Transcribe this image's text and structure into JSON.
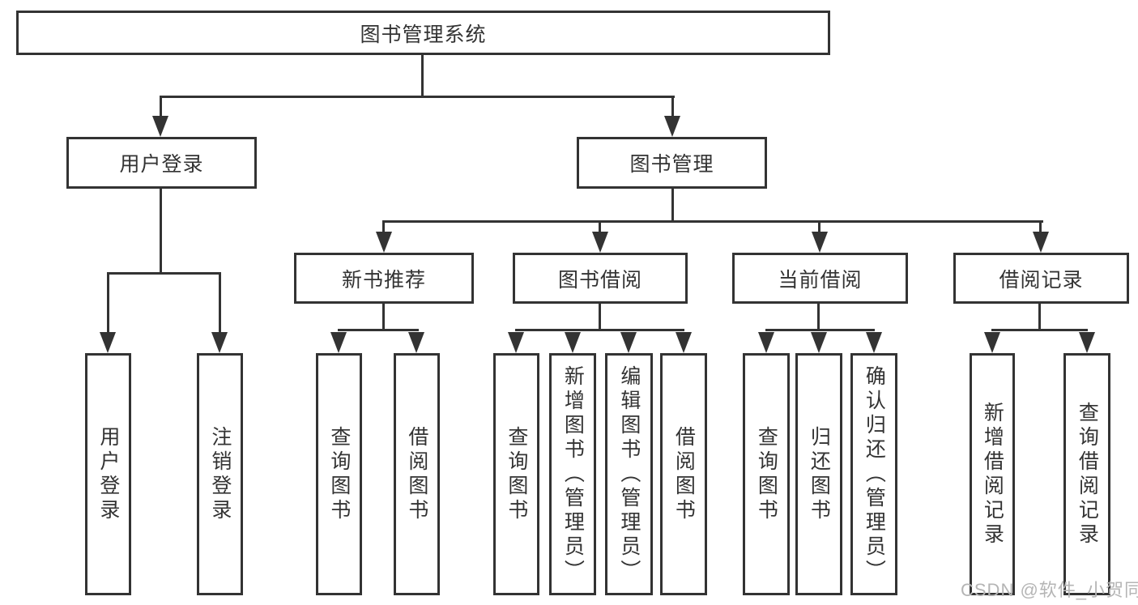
{
  "diagram_type": "tree",
  "tree": {
    "root": {
      "label": "图书管理系统",
      "children": [
        {
          "label": "用户登录",
          "children": [
            {
              "label": "用户登录"
            },
            {
              "label": "注销登录"
            }
          ]
        },
        {
          "label": "图书管理",
          "children": [
            {
              "label": "新书推荐",
              "children": [
                {
                  "label": "查询图书"
                },
                {
                  "label": "借阅图书"
                }
              ]
            },
            {
              "label": "图书借阅",
              "children": [
                {
                  "label": "查询图书"
                },
                {
                  "label": "新增图书（管理员）"
                },
                {
                  "label": "编辑图书（管理员）"
                },
                {
                  "label": "借阅图书"
                }
              ]
            },
            {
              "label": "当前借阅",
              "children": [
                {
                  "label": "查询图书"
                },
                {
                  "label": "归还图书"
                },
                {
                  "label": "确认归还（管理员）"
                }
              ]
            },
            {
              "label": "借阅记录",
              "children": [
                {
                  "label": "新增借阅记录"
                },
                {
                  "label": "查询借阅记录"
                }
              ]
            }
          ]
        }
      ]
    }
  },
  "watermark": {
    "text": "CSDN @软件_小贺同学"
  },
  "colors": {
    "line": "#333333",
    "text": "#333333",
    "box_background": "#ffffff",
    "watermark": "#b5b5b5",
    "page_background": "#ffffff"
  }
}
